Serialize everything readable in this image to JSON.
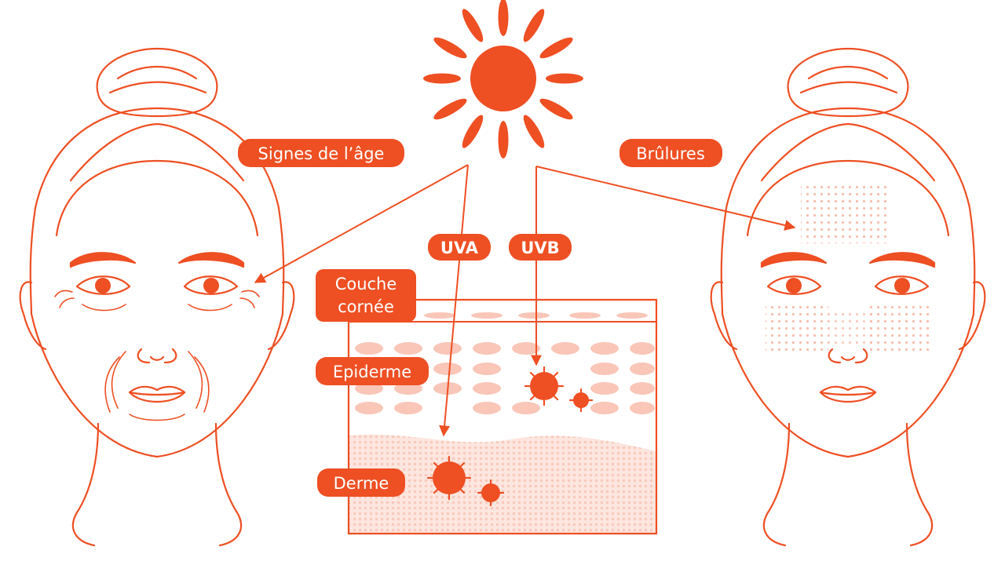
{
  "colors": {
    "primary": "#ee4f23",
    "light": "#f9c6b8",
    "pale": "#fde6df"
  },
  "labels": {
    "aging": "Signes de l’âge",
    "burns": "Brûlures",
    "uva": "UVA",
    "uvb": "UVB",
    "stratum_line1": "Couche",
    "stratum_line2": "cornée",
    "epidermis": "Epiderme",
    "dermis": "Derme"
  },
  "icons": [
    "sun-icon",
    "aged-face-icon",
    "sunburned-face-icon",
    "skin-cross-section-icon",
    "damaged-cell-icon"
  ]
}
